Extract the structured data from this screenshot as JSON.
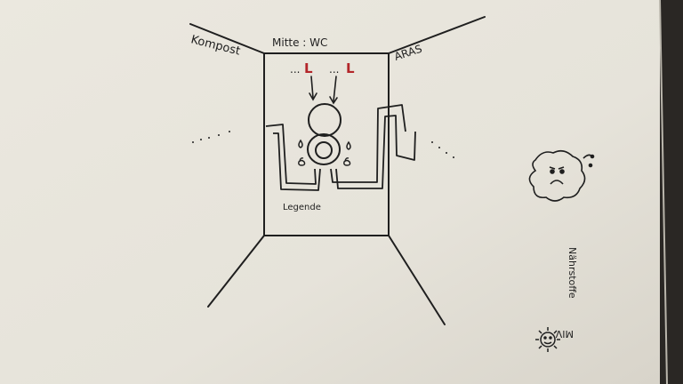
{
  "sketch": {
    "labels": {
      "left_wall": "Kompost",
      "back_wall": "Mitte : WC",
      "right_wall": "ARAS",
      "legend": "Legende",
      "rotated_side": "Nährstoffe",
      "rotated_bottom": "MIV"
    },
    "markers": {
      "left_prefix": "...",
      "left_letter": "L",
      "right_prefix": "...",
      "right_letter": "L"
    }
  },
  "colors": {
    "paper": "#e9e6dd",
    "ink": "#1f1f1f",
    "marker_red": "#b3262a",
    "background": "#2a2724"
  }
}
